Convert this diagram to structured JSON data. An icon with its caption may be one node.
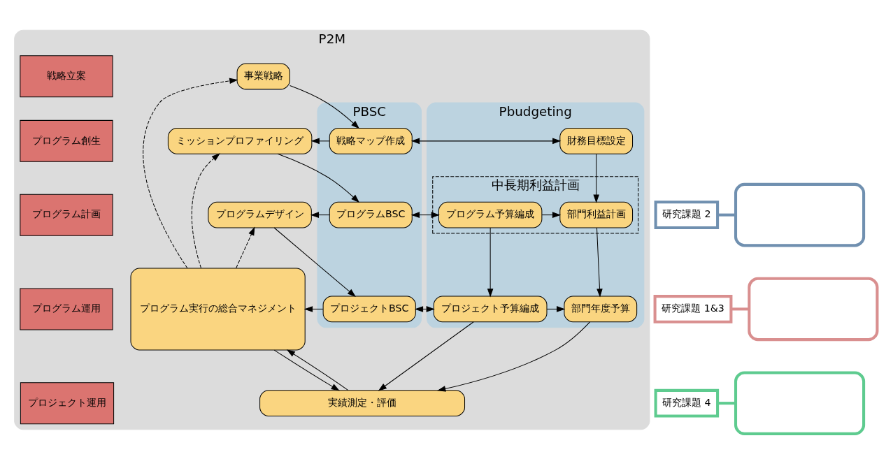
{
  "diagram": {
    "nodes": [
      {
        "text": [
          "P2M"
        ]
      },
      {
        "text": [
          "戦略立案"
        ],
        "in": 0
      },
      {
        "text": [
          "プログラム創生"
        ],
        "in": 0
      },
      {
        "text": [
          "プログラム計画"
        ],
        "in": 0
      },
      {
        "text": [
          "プログラム運用"
        ],
        "in": 0
      },
      {
        "text": [
          "プロジェクト運用"
        ],
        "in": 0
      },
      {
        "text": [
          "事業戦略"
        ],
        "in": 0
      },
      {
        "text": [
          "ミッションプロファイリング"
        ],
        "in": 0
      },
      {
        "text": [
          "プログラムデザイン"
        ],
        "in": 0
      },
      {
        "text": [
          "プログラム実行の総合マネジメント"
        ],
        "in": 0
      },
      {
        "text": [
          "PBSC"
        ],
        "in": 0
      },
      {
        "text": [
          "戦略マップ作成"
        ],
        "in": 10
      },
      {
        "text": [
          "プログラムBSC"
        ],
        "in": 10
      },
      {
        "text": [
          "プロジェクトBSC"
        ],
        "in": 10
      },
      {
        "text": [
          "Pbudgeting"
        ],
        "in": 0
      },
      {
        "text": [
          "財務目標設定"
        ],
        "in": 14
      },
      {
        "text": [
          "中長期利益計画"
        ],
        "in": 14
      },
      {
        "text": [
          "プログラム予算編成"
        ],
        "in": 16
      },
      {
        "text": [
          "部門利益計画"
        ],
        "in": 16
      },
      {
        "text": [
          "プロジェクト予算編成"
        ],
        "in": 14
      },
      {
        "text": [
          "部門年度予算"
        ],
        "in": 14
      },
      {
        "text": [
          "実績測定・評価"
        ],
        "in": 0
      },
      {
        "text": [],
        "shape": "box"
      },
      {
        "text": [],
        "shape": "box"
      },
      {
        "text": [],
        "shape": "box"
      },
      {
        "text": [
          "研究課題 2"
        ]
      },
      {
        "text": [
          "研究課題 1&3"
        ]
      },
      {
        "text": [
          "研究課題 4"
        ]
      }
    ],
    "edges": [
      {
        "from": 9,
        "to": 6,
        "arrow": "to",
        "style": "dashed"
      },
      {
        "from": 9,
        "to": 7,
        "arrow": "to",
        "style": "dashed"
      },
      {
        "from": 9,
        "to": 8,
        "arrow": "to",
        "style": "dashed"
      },
      {
        "from": 6,
        "to": 11,
        "arrow": "to"
      },
      {
        "from": 11,
        "to": 7,
        "arrow": "to"
      },
      {
        "from": 11,
        "to": 15,
        "arrow": "both"
      },
      {
        "from": 15,
        "to": 18,
        "arrow": "to"
      },
      {
        "from": 7,
        "to": 12,
        "arrow": "to"
      },
      {
        "from": 12,
        "to": 8,
        "arrow": "to"
      },
      {
        "from": 12,
        "to": 17,
        "arrow": "both"
      },
      {
        "from": 17,
        "to": 18,
        "arrow": "to"
      },
      {
        "from": 8,
        "to": 13,
        "arrow": "to"
      },
      {
        "from": 17,
        "to": 19,
        "arrow": "to"
      },
      {
        "from": 18,
        "to": 20,
        "arrow": "to"
      },
      {
        "from": 13,
        "to": 9,
        "arrow": "to"
      },
      {
        "from": 13,
        "to": 19,
        "arrow": "both"
      },
      {
        "from": 19,
        "to": 20,
        "arrow": "to"
      },
      {
        "from": 9,
        "to": 21,
        "arrow": "to"
      },
      {
        "from": 19,
        "to": 21,
        "arrow": "to"
      },
      {
        "from": 20,
        "to": 21,
        "arrow": "to"
      },
      {
        "from": 21,
        "to": 9,
        "arrow": "to"
      },
      {
        "from": 25,
        "to": 22,
        "arrow": "none",
        "style": "thick",
        "color": "#7090b0"
      },
      {
        "from": 26,
        "to": 23,
        "arrow": "none",
        "style": "thick",
        "color": "#d98f8f"
      },
      {
        "from": 27,
        "to": 24,
        "arrow": "none",
        "style": "thick",
        "color": "#5ecb8f"
      }
    ]
  }
}
